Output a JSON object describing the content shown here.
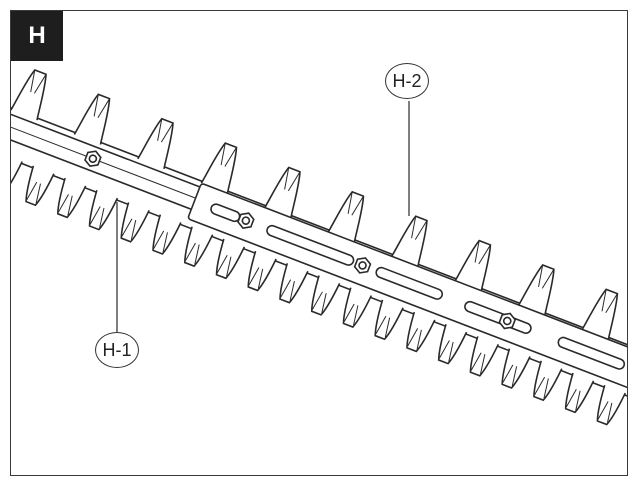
{
  "figure": {
    "section_label": "H",
    "callouts": [
      {
        "id": "h1",
        "label": "H-1"
      },
      {
        "id": "h2",
        "label": "H-2"
      }
    ]
  },
  "colors": {
    "line": "#2a2a2a",
    "badge": "#1e1e1e",
    "background": "#ffffff"
  }
}
